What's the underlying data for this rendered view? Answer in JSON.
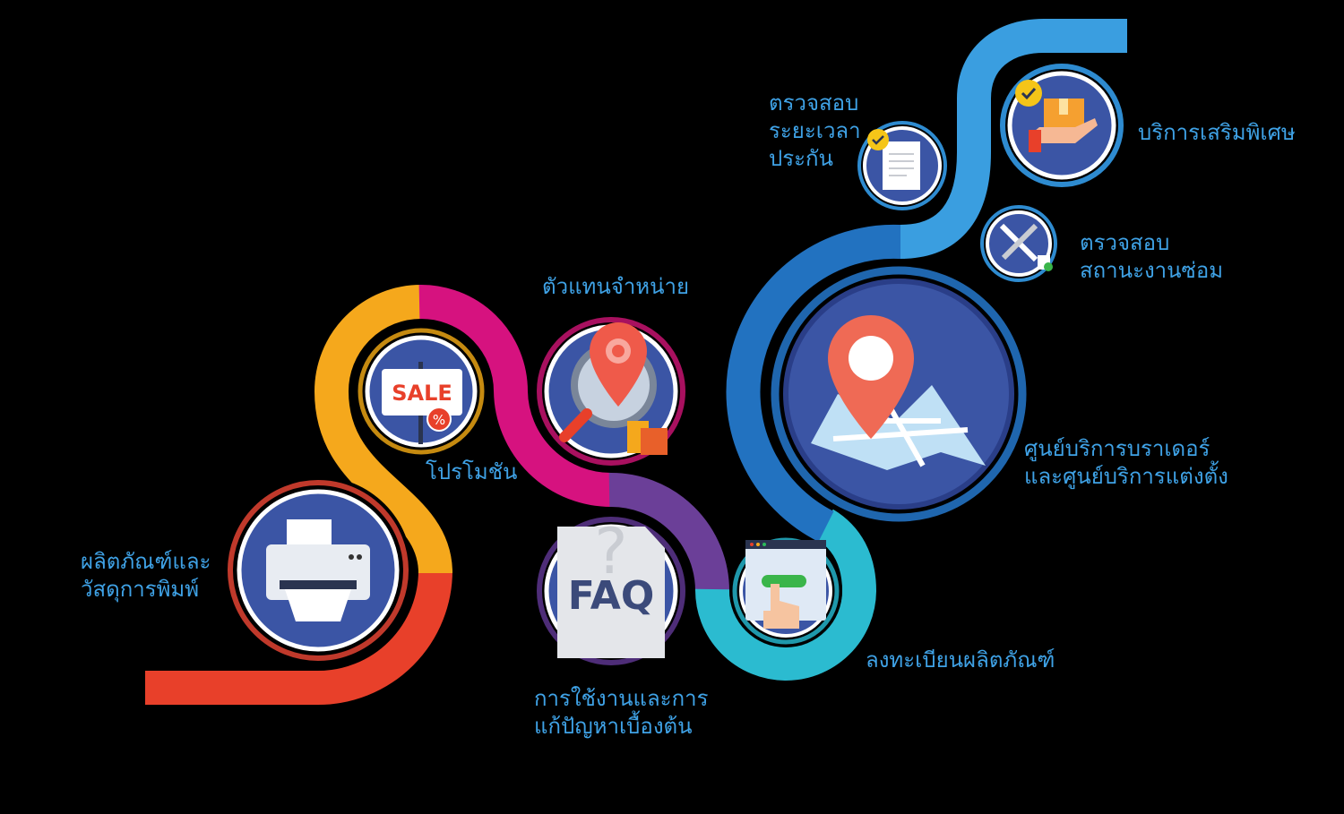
{
  "colors": {
    "red": "#e8402a",
    "orange": "#f5a81c",
    "magenta": "#d6127f",
    "purple": "#6b3f98",
    "cyan": "#2bbbd0",
    "darkblue": "#2272c0",
    "lightblue": "#3a9ee0",
    "circle": "#3b55a5",
    "label": "#3fa2e6"
  },
  "items": [
    {
      "id": "print",
      "lines": [
        "ผลิตภัณฑ์และ",
        "วัสดุการพิมพ์"
      ],
      "icon": "printer-icon"
    },
    {
      "id": "promo",
      "lines": [
        "โปรโมชัน"
      ],
      "icon": "sale-sign-icon",
      "badge": "SALE",
      "pct": "%"
    },
    {
      "id": "dealer",
      "lines": [
        "ตัวแทนจำหน่าย"
      ],
      "icon": "location-search-icon"
    },
    {
      "id": "faq",
      "lines": [
        "การใช้งานและการ",
        "แก้ปัญหาเบื้องต้น"
      ],
      "icon": "faq-icon",
      "badge": "FAQ"
    },
    {
      "id": "register",
      "lines": [
        "ลงทะเบียนผลิตภัณฑ์"
      ],
      "icon": "register-click-icon"
    },
    {
      "id": "service",
      "lines": [
        "ศูนย์บริการบราเดอร์",
        "และศูนย์บริการแต่งตั้ง"
      ],
      "icon": "map-pin-icon"
    },
    {
      "id": "repair",
      "lines": [
        "ตรวจสอบ",
        "สถานะงานซ่อม"
      ],
      "icon": "tools-icon"
    },
    {
      "id": "warranty",
      "lines": [
        "ตรวจสอบ",
        "ระยะเวลา",
        "ประกัน"
      ],
      "icon": "warranty-document-icon"
    },
    {
      "id": "special",
      "lines": [
        "บริการเสริมพิเศษ"
      ],
      "icon": "special-service-box-icon"
    }
  ]
}
